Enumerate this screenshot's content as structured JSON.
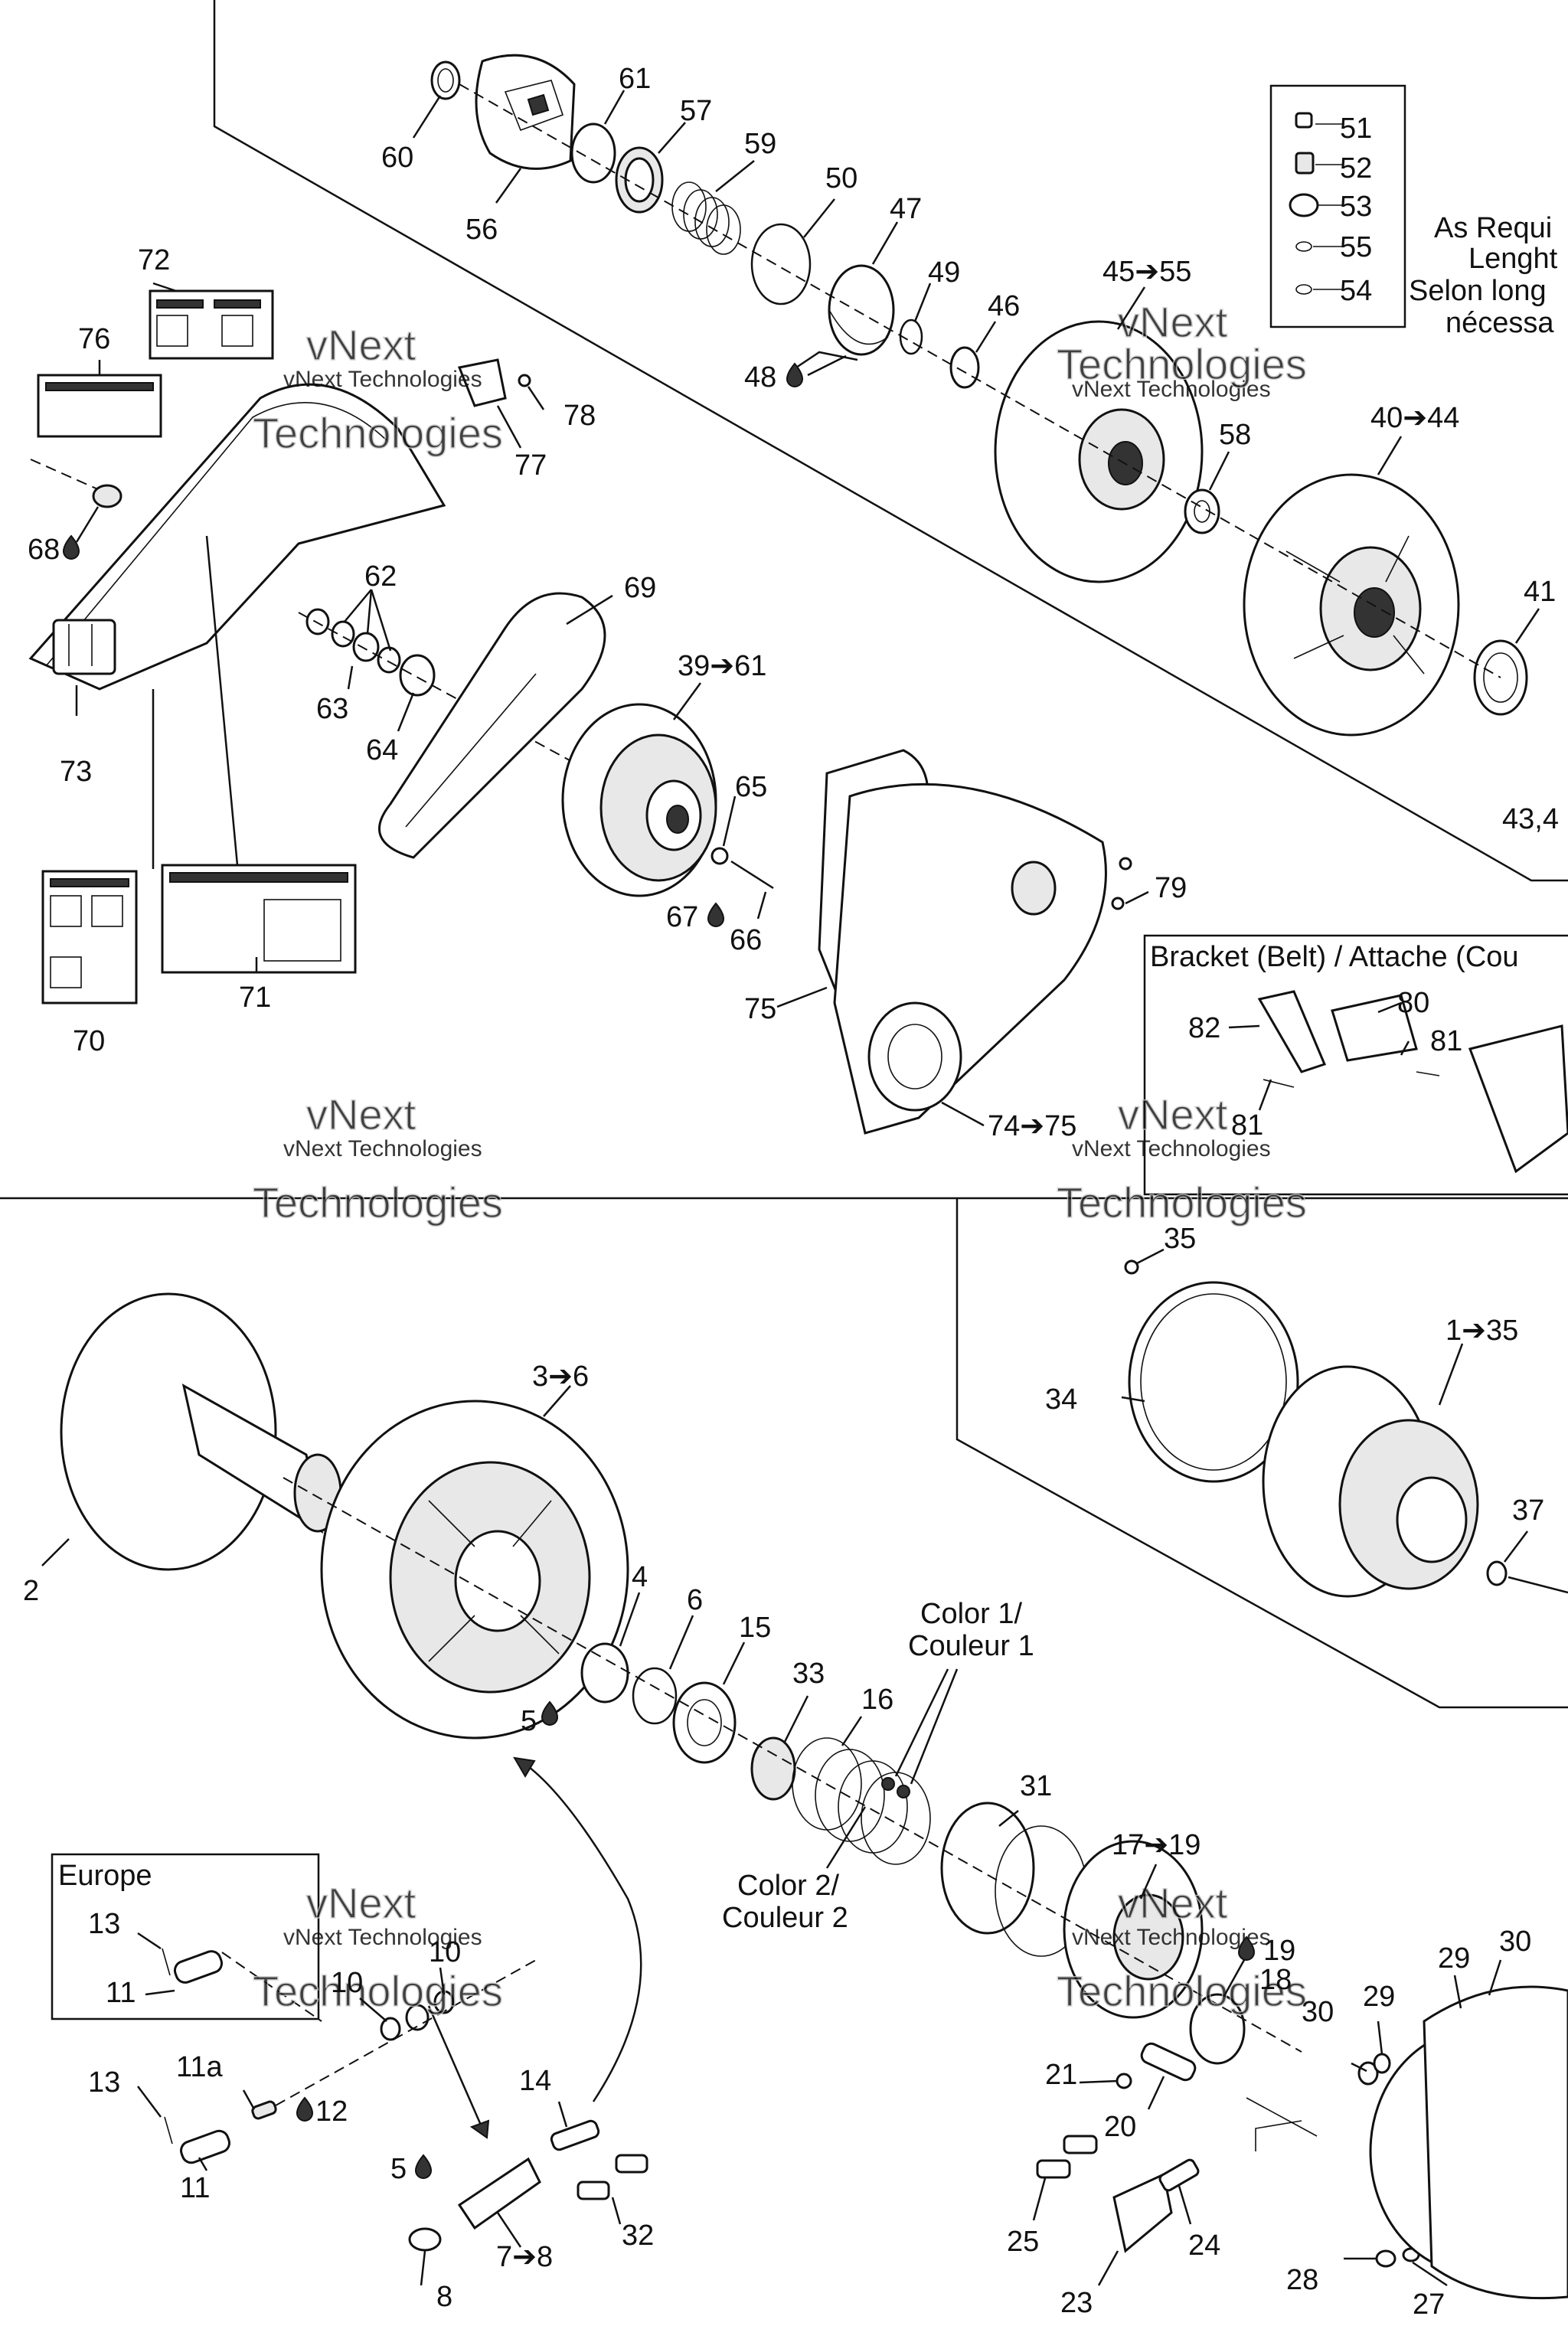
{
  "labels": {
    "l60": "60",
    "l61": "61",
    "l57": "57",
    "l59": "59",
    "l56": "56",
    "l50": "50",
    "l47": "47",
    "l49": "49",
    "l46": "46",
    "l48": "48",
    "l45_55": "45➔55",
    "l51": "51",
    "l52": "52",
    "l53": "53",
    "l55": "55",
    "l54": "54",
    "l72": "72",
    "l76": "76",
    "l78": "78",
    "l77": "77",
    "l68": "68",
    "l62": "62",
    "l63": "63",
    "l64": "64",
    "l73": "73",
    "l69": "69",
    "l39_61": "39➔61",
    "l65": "65",
    "l67": "67",
    "l66": "66",
    "l58": "58",
    "l40_44": "40➔44",
    "l41": "41",
    "l43_44": "43,4",
    "l79": "79",
    "l75": "75",
    "l74_75": "74➔75",
    "l70": "70",
    "l71": "71",
    "l80": "80",
    "l82": "82",
    "l81a": "81",
    "l81b": "81",
    "l35": "35",
    "l1_35": "1➔35",
    "l34": "34",
    "l37": "37",
    "l3_6": "3➔6",
    "l2": "2",
    "l4": "4",
    "l6": "6",
    "l15": "15",
    "l33": "33",
    "l16": "16",
    "l5a": "5",
    "l31": "31",
    "l17_19": "17➔19",
    "l19": "19",
    "l18": "18",
    "l13a": "13",
    "l11a": "11",
    "l10a": "10",
    "l10b": "10",
    "l13b": "13",
    "l11ab": "11a",
    "l12": "12",
    "l11b": "11",
    "l14": "14",
    "l5b": "5",
    "l32": "32",
    "l7_8": "7➔8",
    "l8": "8",
    "l21": "21",
    "l20": "20",
    "l25": "25",
    "l23": "23",
    "l24": "24",
    "l29a": "29",
    "l30a": "30",
    "l30b": "30",
    "l29b": "29",
    "l28": "28",
    "l27": "27"
  },
  "notes": {
    "as_required_1": "As Requi",
    "as_required_2": "Lenght",
    "selon_1": "Selon long",
    "selon_2": "nécessa",
    "color1_1": "Color 1/",
    "color1_2": "Couleur 1",
    "color2_1": "Color 2/",
    "color2_2": "Couleur 2"
  },
  "boxes": {
    "bracket_title": "Bracket (Belt) / Attache (Cou",
    "europe_title": "Europe"
  },
  "watermarks": {
    "brand_line": "vNext Technologies",
    "brand_top": "vNext",
    "brand_bottom": "Technologies"
  }
}
